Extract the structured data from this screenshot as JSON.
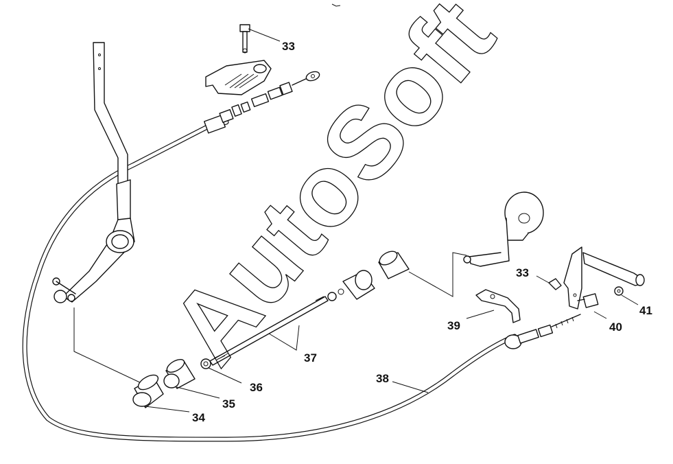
{
  "watermark": {
    "text": "AutoSoft"
  },
  "callouts": {
    "c33a": "33",
    "c33b": "33",
    "c34": "34",
    "c35": "35",
    "c36": "36",
    "c37": "37",
    "c38": "38",
    "c39": "39",
    "c40": "40",
    "c41": "41"
  }
}
